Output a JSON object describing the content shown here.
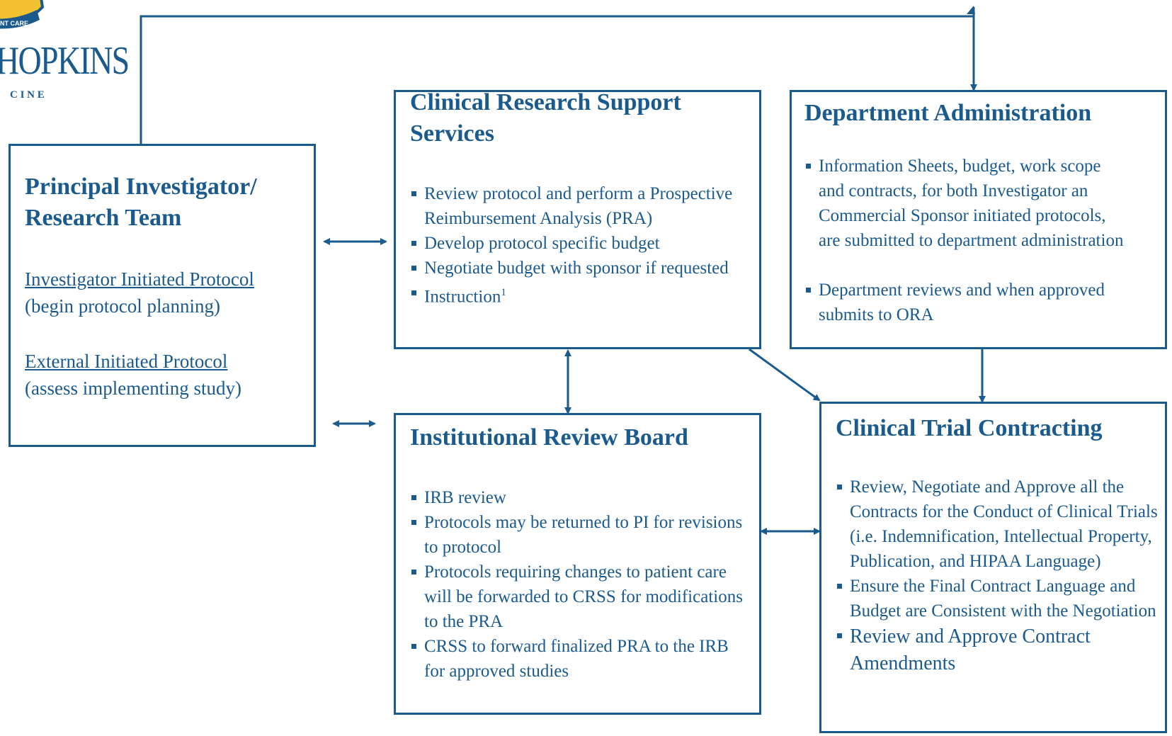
{
  "logo": {
    "seal_text": "NT CARE",
    "wordmark": "HOPKINS",
    "subline": "C  I  N  E"
  },
  "colors": {
    "primary": "#1a5a8c",
    "logo_gold": "#f2c230"
  },
  "pi_box": {
    "title": "Principal Investigator/ Research Team",
    "link1": "Investigator Initiated Protocol",
    "note1": "(begin protocol planning)",
    "link2": "External Initiated Protocol",
    "note2": "(assess implementing study)"
  },
  "crss_box": {
    "title": "Clinical Research Support Services",
    "items": [
      "Review protocol and perform a Prospective Reimbursement Analysis (PRA)",
      "Develop protocol specific budget",
      "Negotiate budget with sponsor if requested",
      "Instruction"
    ],
    "footnote_mark": "1"
  },
  "dept_box": {
    "title": "Department Administration",
    "items": [
      "Information Sheets, budget, work scope and contracts, for both Investigator an Commercial Sponsor initiated protocols, are submitted to department administration",
      "Department reviews and when approved submits to ORA"
    ]
  },
  "irb_box": {
    "title": "Institutional Review Board",
    "items": [
      "IRB review",
      "Protocols may be returned to PI for revisions to protocol",
      "Protocols requiring changes to patient care will be forwarded to CRSS for modifications to the PRA",
      "CRSS to forward finalized PRA to the IRB for approved studies"
    ]
  },
  "ctc_box": {
    "title": "Clinical Trial Contracting",
    "items": [
      "Review, Negotiate and Approve all the Contracts for the Conduct of Clinical Trials (i.e. Indemnification, Intellectual Property, Publication, and HIPAA Language)",
      "Ensure the Final Contract  Language and Budget are Consistent with the Negotiation",
      "Review and Approve Contract Amendments"
    ]
  }
}
